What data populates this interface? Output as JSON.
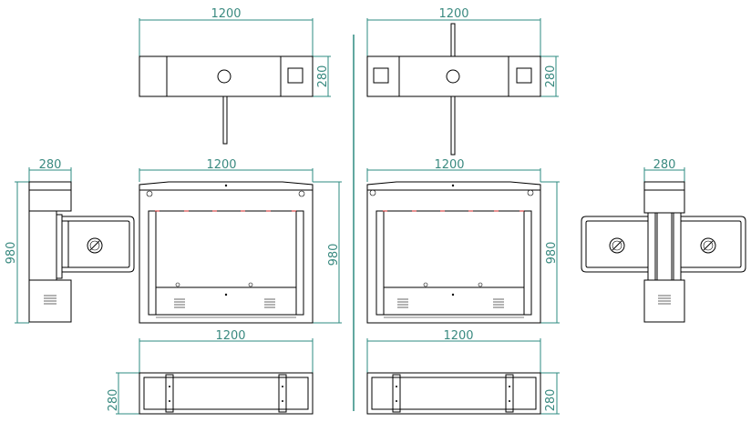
{
  "dimensions": {
    "top_left_width": "1200",
    "top_left_height": "280",
    "top_right_width": "1200",
    "top_right_height": "280",
    "front_left_width": "1200",
    "front_left_height": "980",
    "front_right_width": "1200",
    "front_right_height": "980",
    "side_left_width": "280",
    "side_left_height": "980",
    "side_right_width": "280",
    "bottom_left_width": "1200",
    "bottom_left_height": "280",
    "bottom_right_width": "1200",
    "bottom_right_height": "280"
  }
}
